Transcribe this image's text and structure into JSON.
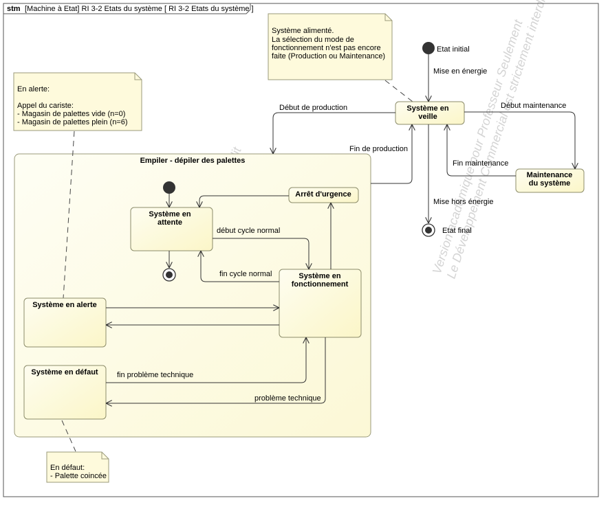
{
  "frame": {
    "keyword": "stm",
    "title": "[Machine à Etat] RI 3-2 Etats du système [ RI 3-2 Etats du système ]"
  },
  "colors": {
    "state_fill": "#fdfbe0",
    "state_stroke": "#8c8c6a",
    "note_fill": "#fefadc",
    "line": "#333333",
    "watermark": "#d4d4d4"
  },
  "states": {
    "veille": [
      "Système en",
      "veille"
    ],
    "maintenance": [
      "Maintenance",
      "du système"
    ],
    "composite": "Empiler - dépiler des palettes",
    "attente": [
      "Système en",
      "attente"
    ],
    "urgence": "Arrêt d'urgence",
    "fonctionnement": [
      "Système en",
      "fonctionnement"
    ],
    "alerte": "Système en alerte",
    "defaut": "Système en défaut"
  },
  "pseudo": {
    "initial": "Etat initial",
    "final": "Etat final"
  },
  "transitions": {
    "mise_en_energie": "Mise en énergie",
    "debut_production": "Début de production",
    "fin_production": "Fin de production",
    "debut_maintenance": "Début maintenance",
    "fin_maintenance": "Fin maintenance",
    "mise_hors_energie": "Mise hors énergie",
    "debut_cycle": "début cycle normal",
    "fin_cycle": "fin cycle normal",
    "fin_probleme": "fin problème technique",
    "probleme": "problème technique"
  },
  "notes": {
    "alimente": [
      "Système alimenté.",
      "La sélection du mode de",
      "fonctionnement n'est pas encore",
      "faite (Production ou Maintenance)"
    ],
    "alerte": [
      "En alerte:",
      "",
      "Appel du cariste:",
      "- Magasin de palettes vide (n=0)",
      "- Magasin de palettes plein (n=6)"
    ],
    "defaut": [
      "En défaut:",
      "- Palette coincée"
    ]
  },
  "watermark": [
    "Version académique pour Professeur Seulement",
    "Le Développement Commercial est strictement interdit"
  ]
}
